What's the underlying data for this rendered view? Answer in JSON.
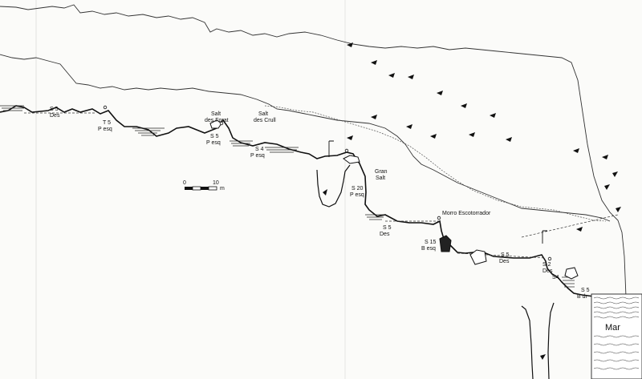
{
  "labels": {
    "s5_top": "S 5",
    "des_top": "Des",
    "t5": "T 5",
    "p_esq_1": "P esq",
    "salt_forat_1": "Salt",
    "salt_forat_2": "des Forat",
    "s5_mid": "S 5",
    "p_esq_2": "P esq",
    "salt_crull_1": "Salt",
    "salt_crull_2": "des Crull",
    "s4_mid": "S 4",
    "p_esq_3": "P esq",
    "gran_salt_1": "Gran",
    "gran_salt_2": "Salt",
    "s20": "S 20",
    "p_esq_4": "P esq",
    "s5_lower": "S 5",
    "des_lower": "Des",
    "morro": "Morro Escotorrador",
    "s15": "S 15",
    "b_esq": "B esq",
    "s5_right": "S 5",
    "des_right": "Des",
    "s2": "S 2",
    "des_far": "Des",
    "s4_far": "S4",
    "s5_sea": "S 5",
    "b_dr": "B dr",
    "mar": "Mar"
  },
  "scale_bar": {
    "zero": "0",
    "ten": "10",
    "unit": "m"
  }
}
